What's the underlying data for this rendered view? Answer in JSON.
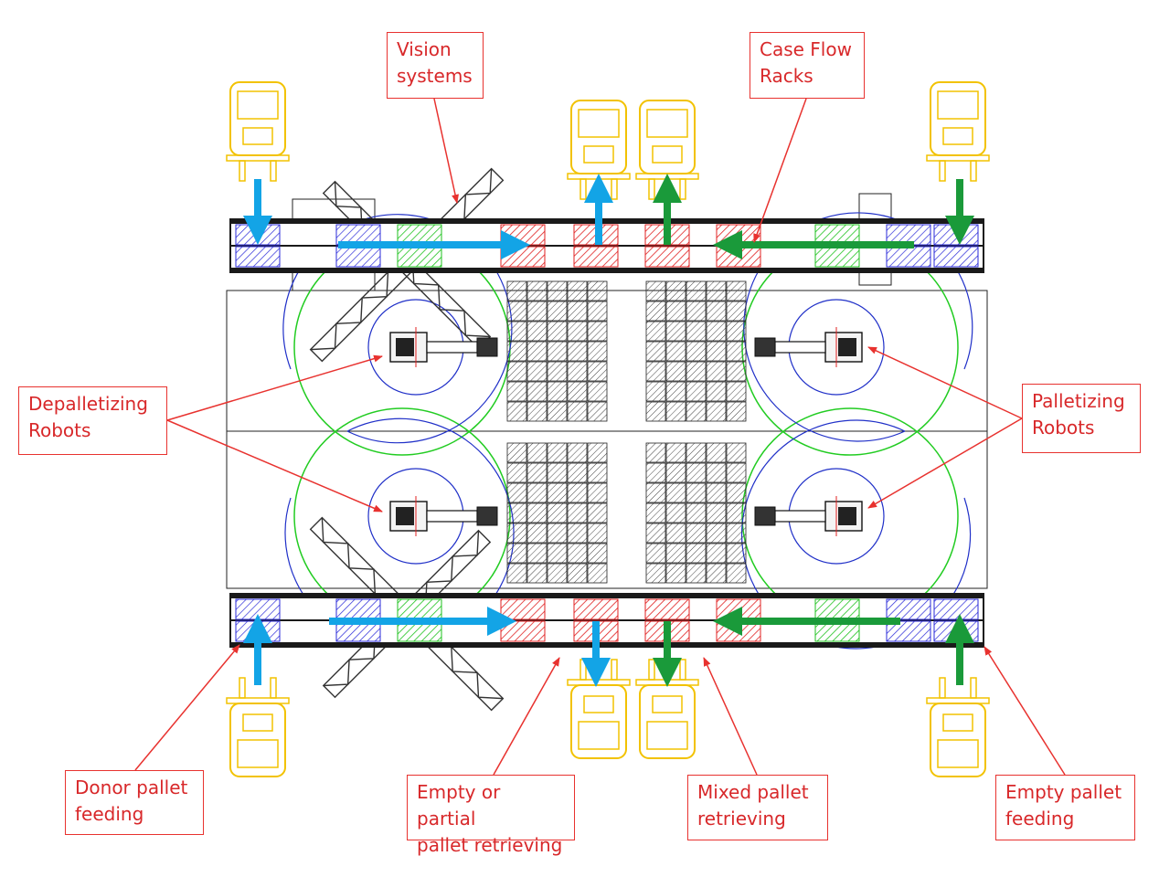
{
  "labels": {
    "vision_systems": "Vision\nsystems",
    "case_flow_racks": "Case Flow\nRacks",
    "depalletizing_robots": "Depalletizing\nRobots",
    "palletizing_robots": "Palletizing\nRobots",
    "donor_pallet_feeding": "Donor pallet\nfeeding",
    "empty_partial_retrieving": "Empty or partial\npallet retrieving",
    "mixed_pallet_retrieving": "Mixed pallet\nretrieving",
    "empty_pallet_feeding": "Empty pallet\nfeeding"
  },
  "colors": {
    "callout": "#e8322f",
    "forklift": "#f2c200",
    "conveyor": "#1a1a1a",
    "blue_pallet": "#2a2ad8",
    "red_pallet": "#e02020",
    "green_pallet": "#1fc21f",
    "blue_arrow": "#13a4e6",
    "green_arrow": "#1a9a3a",
    "robot_circle": "#2030c8",
    "reach_circle": "#22cc22"
  }
}
